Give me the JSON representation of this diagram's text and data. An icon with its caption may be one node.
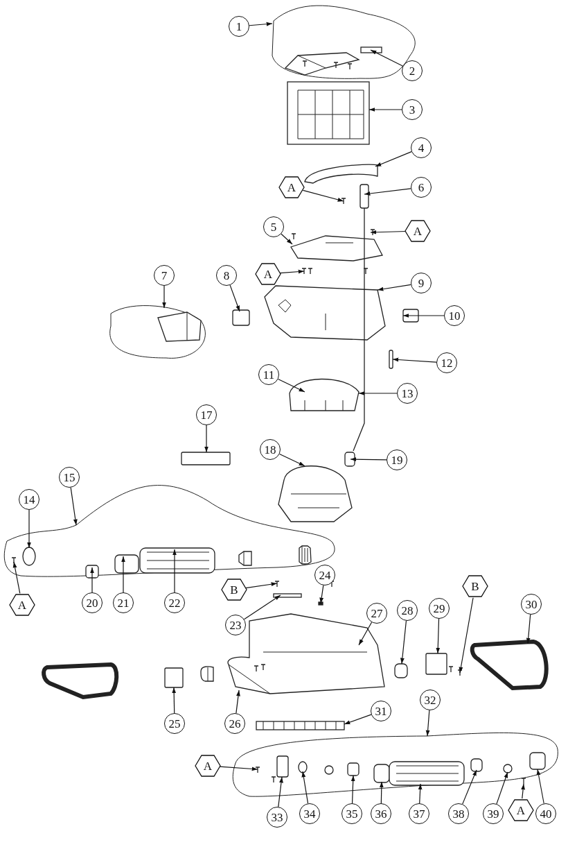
{
  "diagram": {
    "nodes": [
      {
        "text": [
          "1"
        ]
      },
      {
        "text": [
          "2"
        ]
      },
      {
        "text": [
          "3"
        ]
      },
      {
        "text": [
          "4"
        ]
      },
      {
        "text": [
          "A"
        ]
      },
      {
        "text": [
          "6"
        ]
      },
      {
        "text": [
          "5"
        ]
      },
      {
        "text": [
          "A"
        ]
      },
      {
        "text": [
          "7"
        ]
      },
      {
        "text": [
          "8"
        ]
      },
      {
        "text": [
          "A"
        ]
      },
      {
        "text": [
          "9"
        ]
      },
      {
        "text": [
          "10"
        ]
      },
      {
        "text": [
          "12"
        ]
      },
      {
        "text": [
          "11"
        ]
      },
      {
        "text": [
          "13"
        ]
      },
      {
        "text": [
          "17"
        ]
      },
      {
        "text": [
          "18"
        ]
      },
      {
        "text": [
          "19"
        ]
      },
      {
        "text": [
          "15"
        ]
      },
      {
        "text": [
          "14"
        ]
      },
      {
        "text": [
          "B"
        ]
      },
      {
        "text": [
          "24"
        ]
      },
      {
        "text": [
          "A"
        ]
      },
      {
        "text": [
          "20"
        ]
      },
      {
        "text": [
          "21"
        ]
      },
      {
        "text": [
          "22"
        ]
      },
      {
        "text": [
          "30"
        ]
      },
      {
        "text": [
          "28"
        ]
      },
      {
        "text": [
          "29"
        ]
      },
      {
        "text": [
          "B"
        ]
      },
      {
        "text": [
          "27"
        ]
      },
      {
        "text": [
          "23"
        ]
      },
      {
        "text": [
          "32"
        ]
      },
      {
        "text": [
          "31"
        ]
      },
      {
        "text": [
          "25"
        ]
      },
      {
        "text": [
          "26"
        ]
      },
      {
        "text": [
          "A"
        ]
      },
      {
        "text": [
          "33"
        ]
      },
      {
        "text": [
          "34"
        ]
      },
      {
        "text": [
          "35"
        ]
      },
      {
        "text": [
          "36"
        ]
      },
      {
        "text": [
          "37"
        ]
      },
      {
        "text": [
          "38"
        ]
      },
      {
        "text": [
          "A"
        ]
      },
      {
        "text": [
          "39"
        ]
      },
      {
        "text": [
          "40"
        ]
      },
      {
        "text": [],
        "shape": "cloud"
      },
      {
        "text": [],
        "shape": "box",
        "in": 47
      },
      {
        "text": [],
        "shape": "picture"
      },
      {
        "text": [],
        "shape": "picture"
      },
      {
        "text": [],
        "shape": "picture"
      },
      {
        "text": [],
        "shape": "box"
      },
      {
        "text": [],
        "shape": "picture"
      },
      {
        "text": [],
        "shape": "picture"
      },
      {
        "text": [],
        "shape": "cloud"
      },
      {
        "text": [],
        "shape": "box"
      },
      {
        "text": [],
        "shape": "picture"
      },
      {
        "text": [],
        "shape": "picture"
      },
      {
        "text": [],
        "shape": "box"
      },
      {
        "text": [],
        "shape": "box"
      },
      {
        "text": [],
        "shape": "picture"
      },
      {
        "text": [],
        "shape": "picture"
      },
      {
        "text": [],
        "shape": "box"
      },
      {
        "text": [],
        "shape": "picture"
      },
      {
        "text": [],
        "shape": "box"
      },
      {
        "text": [],
        "shape": "cloud"
      },
      {
        "text": [],
        "shape": "circle",
        "in": 66
      },
      {
        "text": [],
        "shape": "picture"
      },
      {
        "text": [],
        "shape": "box"
      },
      {
        "text": [],
        "shape": "picture",
        "in": 66
      },
      {
        "text": [],
        "shape": "box",
        "in": 66
      },
      {
        "text": [],
        "shape": "box",
        "in": 66
      },
      {
        "text": [],
        "shape": "picture",
        "in": 66
      },
      {
        "text": [],
        "shape": "picture"
      },
      {
        "text": [],
        "shape": "box"
      },
      {
        "text": [],
        "shape": "box"
      },
      {
        "text": [],
        "shape": "picture"
      },
      {
        "text": [],
        "shape": "picture"
      },
      {
        "text": [],
        "shape": "box"
      },
      {
        "text": [],
        "shape": "cloud"
      },
      {
        "text": [],
        "shape": "picture"
      },
      {
        "text": [],
        "shape": "box"
      },
      {
        "text": [],
        "shape": "picture",
        "in": 80
      },
      {
        "text": [],
        "shape": "box",
        "in": 80
      },
      {
        "text": [],
        "shape": "circle",
        "in": 80
      },
      {
        "text": [],
        "shape": "box",
        "in": 80
      },
      {
        "text": [],
        "shape": "box",
        "in": 80
      },
      {
        "text": [],
        "shape": "picture",
        "in": 80
      },
      {
        "text": [],
        "shape": "box",
        "in": 80
      },
      {
        "text": [],
        "shape": "picture",
        "in": 80
      },
      {
        "text": [],
        "shape": "circle",
        "in": 80
      },
      {
        "text": [],
        "shape": "box",
        "in": 80
      }
    ],
    "edges": [
      {
        "from": 0,
        "to": 47,
        "arrow": "to"
      },
      {
        "from": 1,
        "to": 48,
        "arrow": "to"
      },
      {
        "from": 2,
        "to": 49,
        "arrow": "to"
      },
      {
        "from": 3,
        "to": 50,
        "arrow": "to"
      },
      {
        "from": 4,
        "to": 51,
        "arrow": "to"
      },
      {
        "from": 5,
        "to": 52,
        "arrow": "to"
      },
      {
        "from": 6,
        "to": 53,
        "arrow": "to"
      },
      {
        "from": 7,
        "to": 54,
        "arrow": "to"
      },
      {
        "from": 8,
        "to": 55,
        "arrow": "to"
      },
      {
        "from": 9,
        "to": 56,
        "arrow": "to"
      },
      {
        "from": 10,
        "to": 57,
        "arrow": "to"
      },
      {
        "from": 11,
        "to": 58,
        "arrow": "to"
      },
      {
        "from": 12,
        "to": 59,
        "arrow": "to"
      },
      {
        "from": 13,
        "to": 60,
        "arrow": "to"
      },
      {
        "from": 14,
        "to": 61,
        "arrow": "to"
      },
      {
        "from": 15,
        "to": 62,
        "arrow": "to"
      },
      {
        "from": 16,
        "to": 63,
        "arrow": "to"
      },
      {
        "from": 17,
        "to": 64,
        "arrow": "to"
      },
      {
        "from": 18,
        "to": 65,
        "arrow": "to"
      },
      {
        "from": 19,
        "to": 66,
        "arrow": "to"
      },
      {
        "from": 20,
        "to": 67,
        "arrow": "to"
      },
      {
        "from": 21,
        "to": 68,
        "arrow": "to"
      },
      {
        "from": 22,
        "to": 69,
        "arrow": "to"
      },
      {
        "from": 23,
        "to": 70,
        "arrow": "to"
      },
      {
        "from": 24,
        "to": 71,
        "arrow": "to"
      },
      {
        "from": 25,
        "to": 72,
        "arrow": "to"
      },
      {
        "from": 26,
        "to": 73,
        "arrow": "to"
      },
      {
        "from": 27,
        "to": 74,
        "arrow": "to"
      },
      {
        "from": 28,
        "to": 75,
        "arrow": "to"
      },
      {
        "from": 29,
        "to": 76,
        "arrow": "to"
      },
      {
        "from": 30,
        "to": 77,
        "arrow": "to"
      },
      {
        "from": 31,
        "to": 78,
        "arrow": "to"
      },
      {
        "from": 32,
        "to": 79,
        "arrow": "to"
      },
      {
        "from": 33,
        "to": 80,
        "arrow": "to"
      },
      {
        "from": 34,
        "to": 81,
        "arrow": "to"
      },
      {
        "from": 35,
        "to": 82,
        "arrow": "to"
      },
      {
        "from": 36,
        "to": 78,
        "arrow": "to"
      },
      {
        "from": 37,
        "to": 83,
        "arrow": "to"
      },
      {
        "from": 38,
        "to": 84,
        "arrow": "to"
      },
      {
        "from": 39,
        "to": 85,
        "arrow": "to"
      },
      {
        "from": 40,
        "to": 86,
        "arrow": "to"
      },
      {
        "from": 41,
        "to": 87,
        "arrow": "to"
      },
      {
        "from": 42,
        "to": 88,
        "arrow": "to"
      },
      {
        "from": 43,
        "to": 89,
        "arrow": "to"
      },
      {
        "from": 44,
        "to": 90,
        "arrow": "to"
      },
      {
        "from": 45,
        "to": 91,
        "arrow": "to"
      },
      {
        "from": 46,
        "to": 92,
        "arrow": "to"
      }
    ]
  }
}
